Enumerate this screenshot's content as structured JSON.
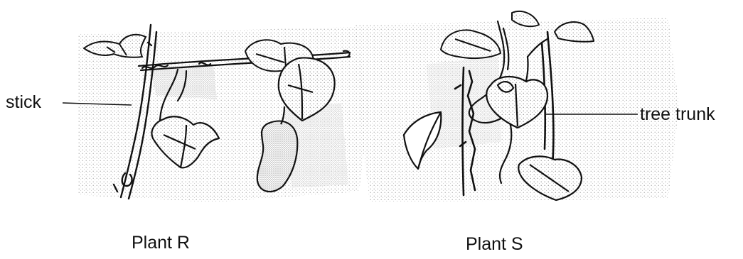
{
  "labels": {
    "stick": "stick",
    "tree_trunk": "tree trunk"
  },
  "captions": {
    "plant_r": "Plant R",
    "plant_s": "Plant S"
  },
  "colors": {
    "ink": "#111111",
    "stipple": "#9a9a9a"
  }
}
